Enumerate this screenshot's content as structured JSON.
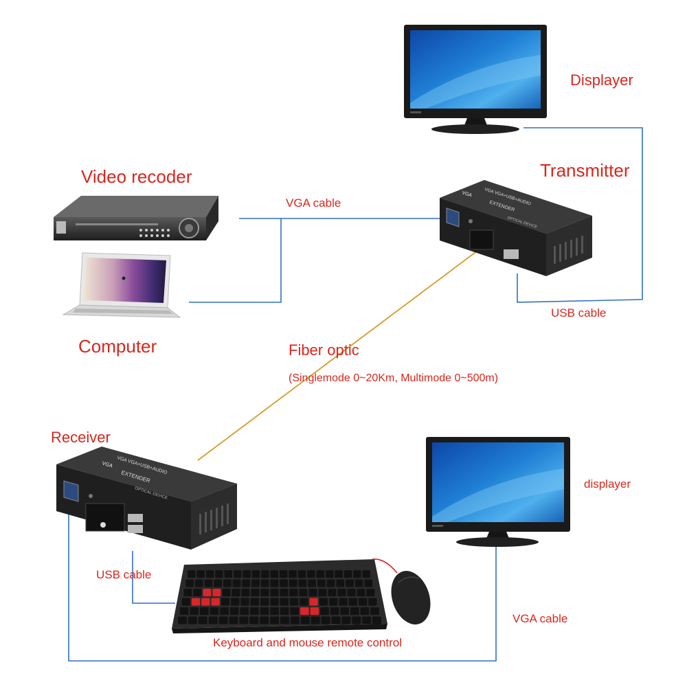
{
  "labels": {
    "displayer_top": "Displayer",
    "transmitter": "Transmitter",
    "video_recorder": "Video recoder",
    "computer": "Computer",
    "vga_cable_top": "VGA cable",
    "usb_cable_top": "USB cable",
    "fiber_optic": "Fiber optic",
    "fiber_spec": "(Singlemode 0~20Km, Multimode 0~500m)",
    "receiver": "Receiver",
    "displayer_bottom": "displayer",
    "usb_cable_bottom": "USB cable",
    "vga_cable_bottom": "VGA cable",
    "keyboard_mouse": "Keyboard  and mouse remote control"
  },
  "device": {
    "top_text": "VGA",
    "model_text": "VGA VGA+USB+AUDIO",
    "arrow_text": "EXTENDER",
    "side_text": "OPTICAL DEVICE"
  },
  "colors": {
    "label_red": "#d9261c",
    "cable_blue": "#2e6fc7",
    "fiber_orange": "#d89a2a",
    "device_body": "#2b2b2b"
  }
}
